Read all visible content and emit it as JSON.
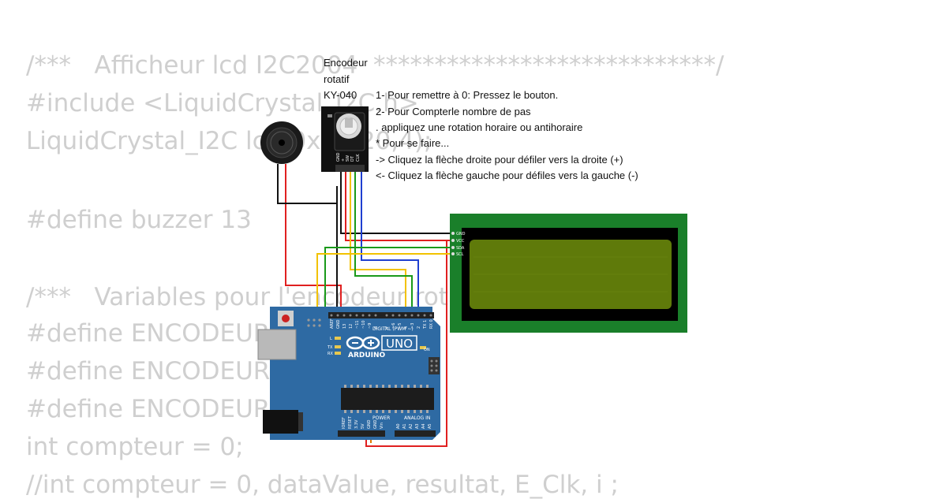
{
  "code": {
    "lines": [
      "/***   Afficheur lcd I2C2004  ****************************/",
      "#include <LiquidCrystal_I2C.h>",
      "LiquidCrystal_I2C lcd(0x27,20,4);",
      "",
      "#define buzzer 13",
      "",
      "/***   Variables pour l'encodeur rotatif",
      "#define ENCODEUR_",
      "#define ENCODEUR_",
      "#define ENCODEUR_",
      "int compteur = 0;",
      "//int compteur = 0, dataValue, resultat, E_Clk, i ;"
    ]
  },
  "encoder": {
    "title_lines": [
      "Encodeur",
      "rotatif",
      "KY-040"
    ],
    "pins": [
      "GND",
      "+",
      "SW",
      "DT",
      "CLK"
    ]
  },
  "instructions": [
    "1- Pour remettre à 0: Pressez le bouton.",
    "2- Pour Compterle nombre de pas",
    ". appliquez une rotation horaire ou antihoraire",
    "* Pour se faire...",
    "-> Cliquez la flèche droite pour défiler vers la droite (+)",
    "<- Cliquez la flèche gauche pour défiles vers la gauche (-)"
  ],
  "lcd": {
    "pins": [
      "GND",
      "VCC",
      "SDA",
      "SCL"
    ],
    "colors": {
      "frame": "#1a7f2a",
      "bezel": "#000000",
      "screen": "#5f7a0a"
    }
  },
  "arduino": {
    "brand": "ARDUINO",
    "model": "UNO",
    "digital_label": "DIGITAL (PWM ~)",
    "power_label": "POWER",
    "analog_label": "ANALOG IN",
    "on_label": "ON",
    "led_labels": [
      "L",
      "TX",
      "RX"
    ],
    "digital_pins": [
      "AREF",
      "GND",
      "13",
      "12",
      "~11",
      "~10",
      "~9",
      "8",
      "7",
      "~6",
      "~5",
      "4",
      "~3",
      "2",
      "TX 1",
      "RX 0"
    ],
    "power_pins": [
      "IOREF",
      "RESET",
      "3.3V",
      "5V",
      "GND",
      "GND",
      "Vin"
    ],
    "analog_pins": [
      "A0",
      "A1",
      "A2",
      "A3",
      "A4",
      "A5"
    ],
    "colors": {
      "board": "#2e6aa3"
    }
  },
  "wire_colors": {
    "red": "#e02020",
    "black": "#111111",
    "yellow": "#f2c200",
    "green": "#1a9a1a",
    "blue": "#1f3fd0",
    "orange": "#e07a00"
  }
}
